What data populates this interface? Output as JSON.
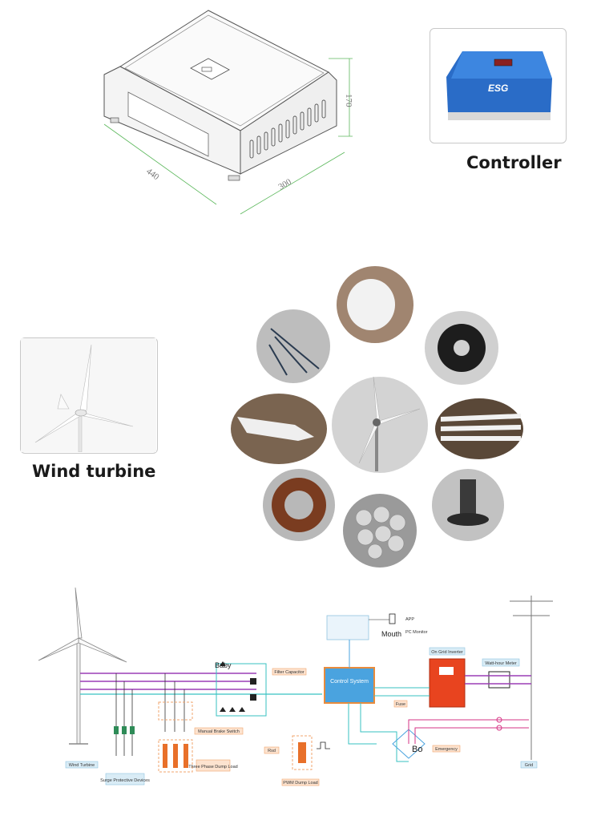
{
  "top": {
    "dimensions": {
      "length": "440",
      "width": "300",
      "height": "170"
    },
    "controller_caption": "Controller",
    "controller_badge": "ESG"
  },
  "middle": {
    "turbine_caption": "Wind turbine"
  },
  "diagram": {
    "labels": {
      "app": "APP",
      "pc_monitor": "PC Monitor",
      "mouth": "Mouth",
      "baby": "Baby",
      "filter_capacitor": "Filter Capacitor",
      "control_system": "Control System",
      "on_grid_inverter": "On Grid Inverter",
      "watt_hour_meter": "Watt-hour Meter",
      "fuse": "Fuse",
      "manual_brake_switch": "Manual Brake Switch",
      "three_phase_dump_load": "Three Phase Dump Load",
      "rsd": "Rsd",
      "pwm_dump_load": "PWM Dump Load",
      "bo": "Bo",
      "emergency": "Emergency",
      "wind_turbine": "Wind Turbine",
      "surge_protective_devices": "Surge Protective Devices",
      "grid": "Grid"
    }
  }
}
